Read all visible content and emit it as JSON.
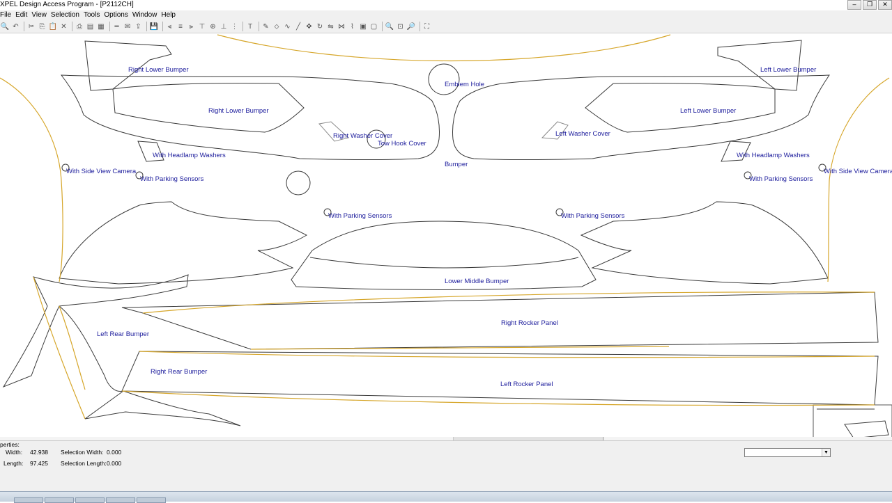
{
  "window": {
    "title": "XPEL Design Access Program - [P2112CH]",
    "controls": [
      "–",
      "❐",
      "✕"
    ]
  },
  "menu": [
    "File",
    "Edit",
    "View",
    "Selection",
    "Tools",
    "Options",
    "Window",
    "Help"
  ],
  "toolbar": {
    "icons": [
      "zoom-icon",
      "undo-icon",
      "sep",
      "cut-icon",
      "copy-icon",
      "paste-icon",
      "delete-icon",
      "sep",
      "print-icon",
      "plotter-icon",
      "cutter-icon",
      "sep",
      "line-icon",
      "plot-file-icon",
      "export-icon",
      "sep",
      "save-icon",
      "sep",
      "align-left-icon",
      "align-center-icon",
      "align-right-icon",
      "align-top-icon",
      "align-middle-icon",
      "align-bottom-icon",
      "distribute-icon",
      "sep",
      "text-icon",
      "sep",
      "pen-icon",
      "edit-node-icon",
      "curve-icon",
      "line-tool-icon",
      "move-icon",
      "rotate-icon",
      "mirror-icon",
      "weld-icon",
      "break-icon",
      "group-icon",
      "ungroup-icon",
      "sep",
      "zoom-in-icon",
      "zoom-window-icon",
      "zoom-out-icon",
      "sep",
      "fit-icon"
    ]
  },
  "labels": [
    {
      "id": "right-lower-bumper-top",
      "text": "Right Lower Bumper"
    },
    {
      "id": "right-lower-bumper",
      "text": "Right Lower Bumper"
    },
    {
      "id": "emblem-hole",
      "text": "Emblem Hole"
    },
    {
      "id": "left-lower-bumper-top",
      "text": "Left Lower Bumper"
    },
    {
      "id": "left-lower-bumper",
      "text": "Left Lower Bumper"
    },
    {
      "id": "right-washer-cover",
      "text": "Right Washer Cover"
    },
    {
      "id": "tow-hook-cover",
      "text": "Tow Hook Cover"
    },
    {
      "id": "left-washer-cover",
      "text": "Left Washer Cover"
    },
    {
      "id": "right-headlamp-washers",
      "text": "With Headlamp Washers"
    },
    {
      "id": "left-headlamp-washers",
      "text": "With Headlamp Washers"
    },
    {
      "id": "right-side-view-camera",
      "text": "With Side View Camera"
    },
    {
      "id": "left-side-view-camera",
      "text": "With Side View Camera"
    },
    {
      "id": "right-parking-sensors-upper",
      "text": "With Parking Sensors"
    },
    {
      "id": "left-parking-sensors-upper",
      "text": "With Parking Sensors"
    },
    {
      "id": "bumper",
      "text": "Bumper"
    },
    {
      "id": "right-parking-sensors-lower",
      "text": "With Parking Sensors"
    },
    {
      "id": "left-parking-sensors-lower",
      "text": "With Parking Sensors"
    },
    {
      "id": "lower-middle-bumper",
      "text": "Lower Middle Bumper"
    },
    {
      "id": "right-rocker-panel",
      "text": "Right Rocker Panel"
    },
    {
      "id": "left-rear-bumper",
      "text": "Left Rear Bumper"
    },
    {
      "id": "right-rear-bumper",
      "text": "Right Rear Bumper"
    },
    {
      "id": "left-rocker-panel",
      "text": "Left Rocker Panel"
    }
  ],
  "colors": {
    "outline": "#3a3a3a",
    "gold": "#d6a62a",
    "label": "#1c1c9c"
  },
  "properties": {
    "title": "perties:",
    "width_label": "Width:",
    "width_value": "42.938",
    "length_label": "Length:",
    "length_value": "97.425",
    "sel_width_label": "Selection Width:",
    "sel_width_value": "0.000",
    "sel_length_label": "Selection Length:",
    "sel_length_value": "0.000",
    "dropdown_value": ""
  }
}
